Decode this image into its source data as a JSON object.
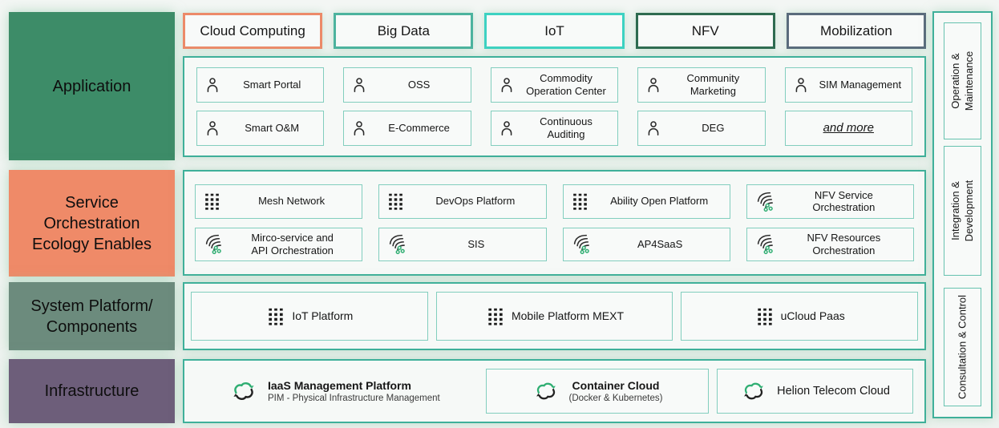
{
  "left_labels": [
    {
      "label": "Application"
    },
    {
      "label": "Service\nOrchestration\nEcology Enables"
    },
    {
      "label": "System Platform/\nComponents"
    },
    {
      "label": "Infrastructure"
    }
  ],
  "top_categories": [
    {
      "label": "Cloud Computing",
      "border_color": "#EC8A69"
    },
    {
      "label": "Big Data",
      "border_color": "#4CB39E"
    },
    {
      "label": "IoT",
      "border_color": "#3DD2C2"
    },
    {
      "label": "NFV",
      "border_color": "#2E6B50"
    },
    {
      "label": "Mobilization",
      "border_color": "#5A6B7C"
    }
  ],
  "application": {
    "items": [
      {
        "label": "Smart Portal",
        "icon": "user-icon"
      },
      {
        "label": "OSS",
        "icon": "user-icon"
      },
      {
        "label": "Commodity\nOperation Center",
        "icon": "user-icon"
      },
      {
        "label": "Community\nMarketing",
        "icon": "user-icon"
      },
      {
        "label": "SIM Management",
        "icon": "user-icon"
      },
      {
        "label": "Smart O&M",
        "icon": "user-icon"
      },
      {
        "label": "E-Commerce",
        "icon": "user-icon"
      },
      {
        "label": "Continuous Auditing",
        "icon": "user-icon"
      },
      {
        "label": "DEG",
        "icon": "user-icon"
      },
      {
        "label": "and more",
        "icon": "none"
      }
    ]
  },
  "service": {
    "items": [
      {
        "label": "Mesh Network",
        "icon": "app-grid-icon"
      },
      {
        "label": "DevOps Platform",
        "icon": "app-grid-icon"
      },
      {
        "label": "Ability Open Platform",
        "icon": "app-grid-icon"
      },
      {
        "label": "NFV Service\nOrchestration",
        "icon": "orchestration-icon"
      },
      {
        "label": "Mirco-service and\nAPI Orchestration",
        "icon": "orchestration-icon"
      },
      {
        "label": "SIS",
        "icon": "orchestration-icon"
      },
      {
        "label": "AP4SaaS",
        "icon": "orchestration-icon"
      },
      {
        "label": "NFV Resources\nOrchestration",
        "icon": "orchestration-icon"
      }
    ]
  },
  "system": {
    "items": [
      {
        "label": "IoT Platform",
        "icon": "app-grid-icon"
      },
      {
        "label": "Mobile Platform MEXT",
        "icon": "app-grid-icon"
      },
      {
        "label": "uCloud Paas",
        "icon": "app-grid-icon"
      }
    ]
  },
  "infrastructure": {
    "items": [
      {
        "title": "IaaS Management Platform",
        "subtitle": "PIM - Physical Infrastructure Management",
        "icon": "cloud-sync-icon"
      },
      {
        "title": "Container Cloud",
        "subtitle": "(Docker & Kubernetes)",
        "icon": "cloud-sync-icon"
      },
      {
        "title": "Helion Telecom Cloud",
        "icon": "cloud-sync-icon"
      }
    ]
  },
  "right_sidebar": {
    "items": [
      {
        "label": "Operation &\nMaintenance"
      },
      {
        "label": "Integration &\nDevelopment"
      },
      {
        "label": "Consultation & Control"
      }
    ]
  },
  "colors": {
    "accent_teal_border": "#3FB09A",
    "item_border": "#82CEBE",
    "application_label_bg": "#3D8C68",
    "service_label_bg": "#EF8A68",
    "system_label_bg": "#6C8B7D",
    "infrastructure_label_bg": "#6D5E7A",
    "icon_green": "#2FAE72",
    "glow_shadow": "#8CC8A5"
  }
}
